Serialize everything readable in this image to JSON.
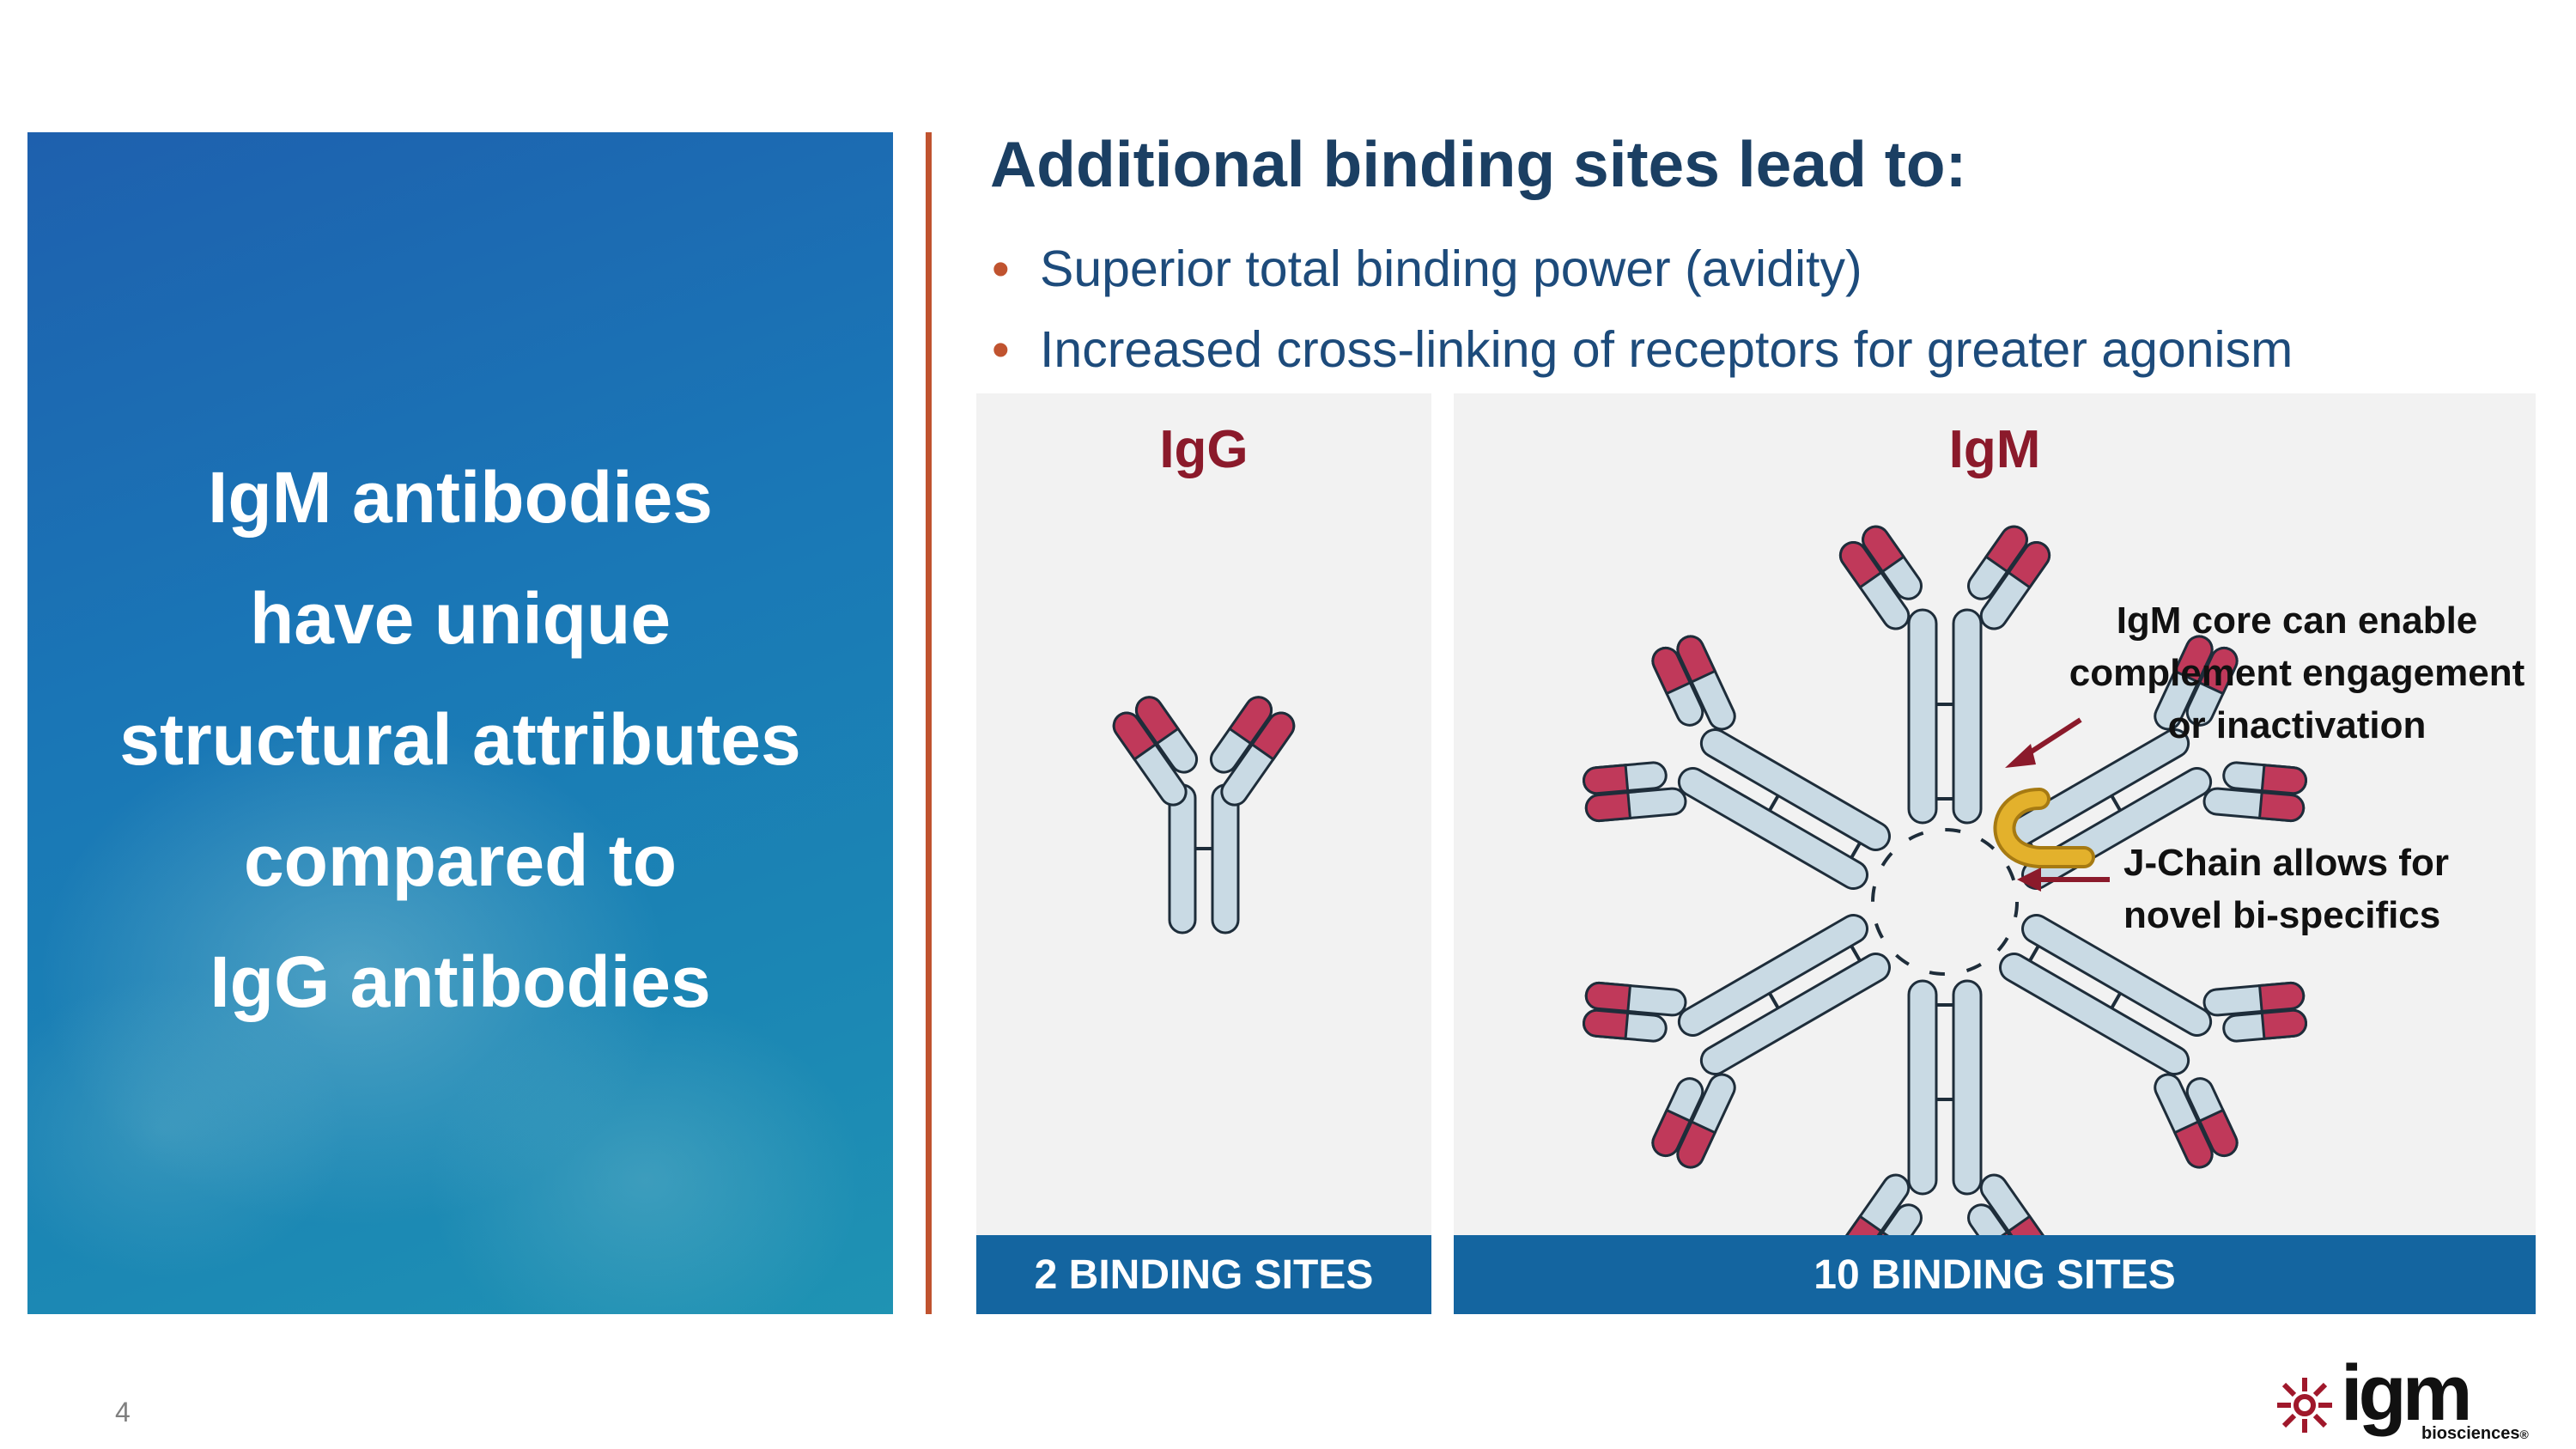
{
  "left_panel": {
    "lines": [
      "IgM antibodies",
      "have unique",
      "structural attributes",
      "compared to",
      "IgG antibodies"
    ]
  },
  "heading": "Additional binding sites lead to:",
  "bullets": [
    "Superior total binding power (avidity)",
    "Increased cross-linking of receptors for greater agonism"
  ],
  "igg_panel": {
    "title": "IgG",
    "footer": "2 BINDING SITES"
  },
  "igm_panel": {
    "title": "IgM",
    "footer": "10 BINDING SITES",
    "annotations": [
      {
        "lines": [
          "IgM core can enable",
          "complement engagement",
          "or inactivation"
        ]
      },
      {
        "lines": [
          "J-Chain allows for",
          "novel bi-specifics"
        ]
      }
    ]
  },
  "page_number": "4",
  "logo": {
    "word": "igm",
    "sub": "biosciences",
    "mark": "®"
  },
  "colors": {
    "heading": "#1b3f63",
    "bullet_dot": "#c0532f",
    "panel_title": "#8b1a2b",
    "footer_bar": "#1465a0",
    "antibody_body": "#c9dae4",
    "binding_site": "#c0395a",
    "j_chain": "#e3b12c",
    "arrow": "#8b1a2b"
  }
}
